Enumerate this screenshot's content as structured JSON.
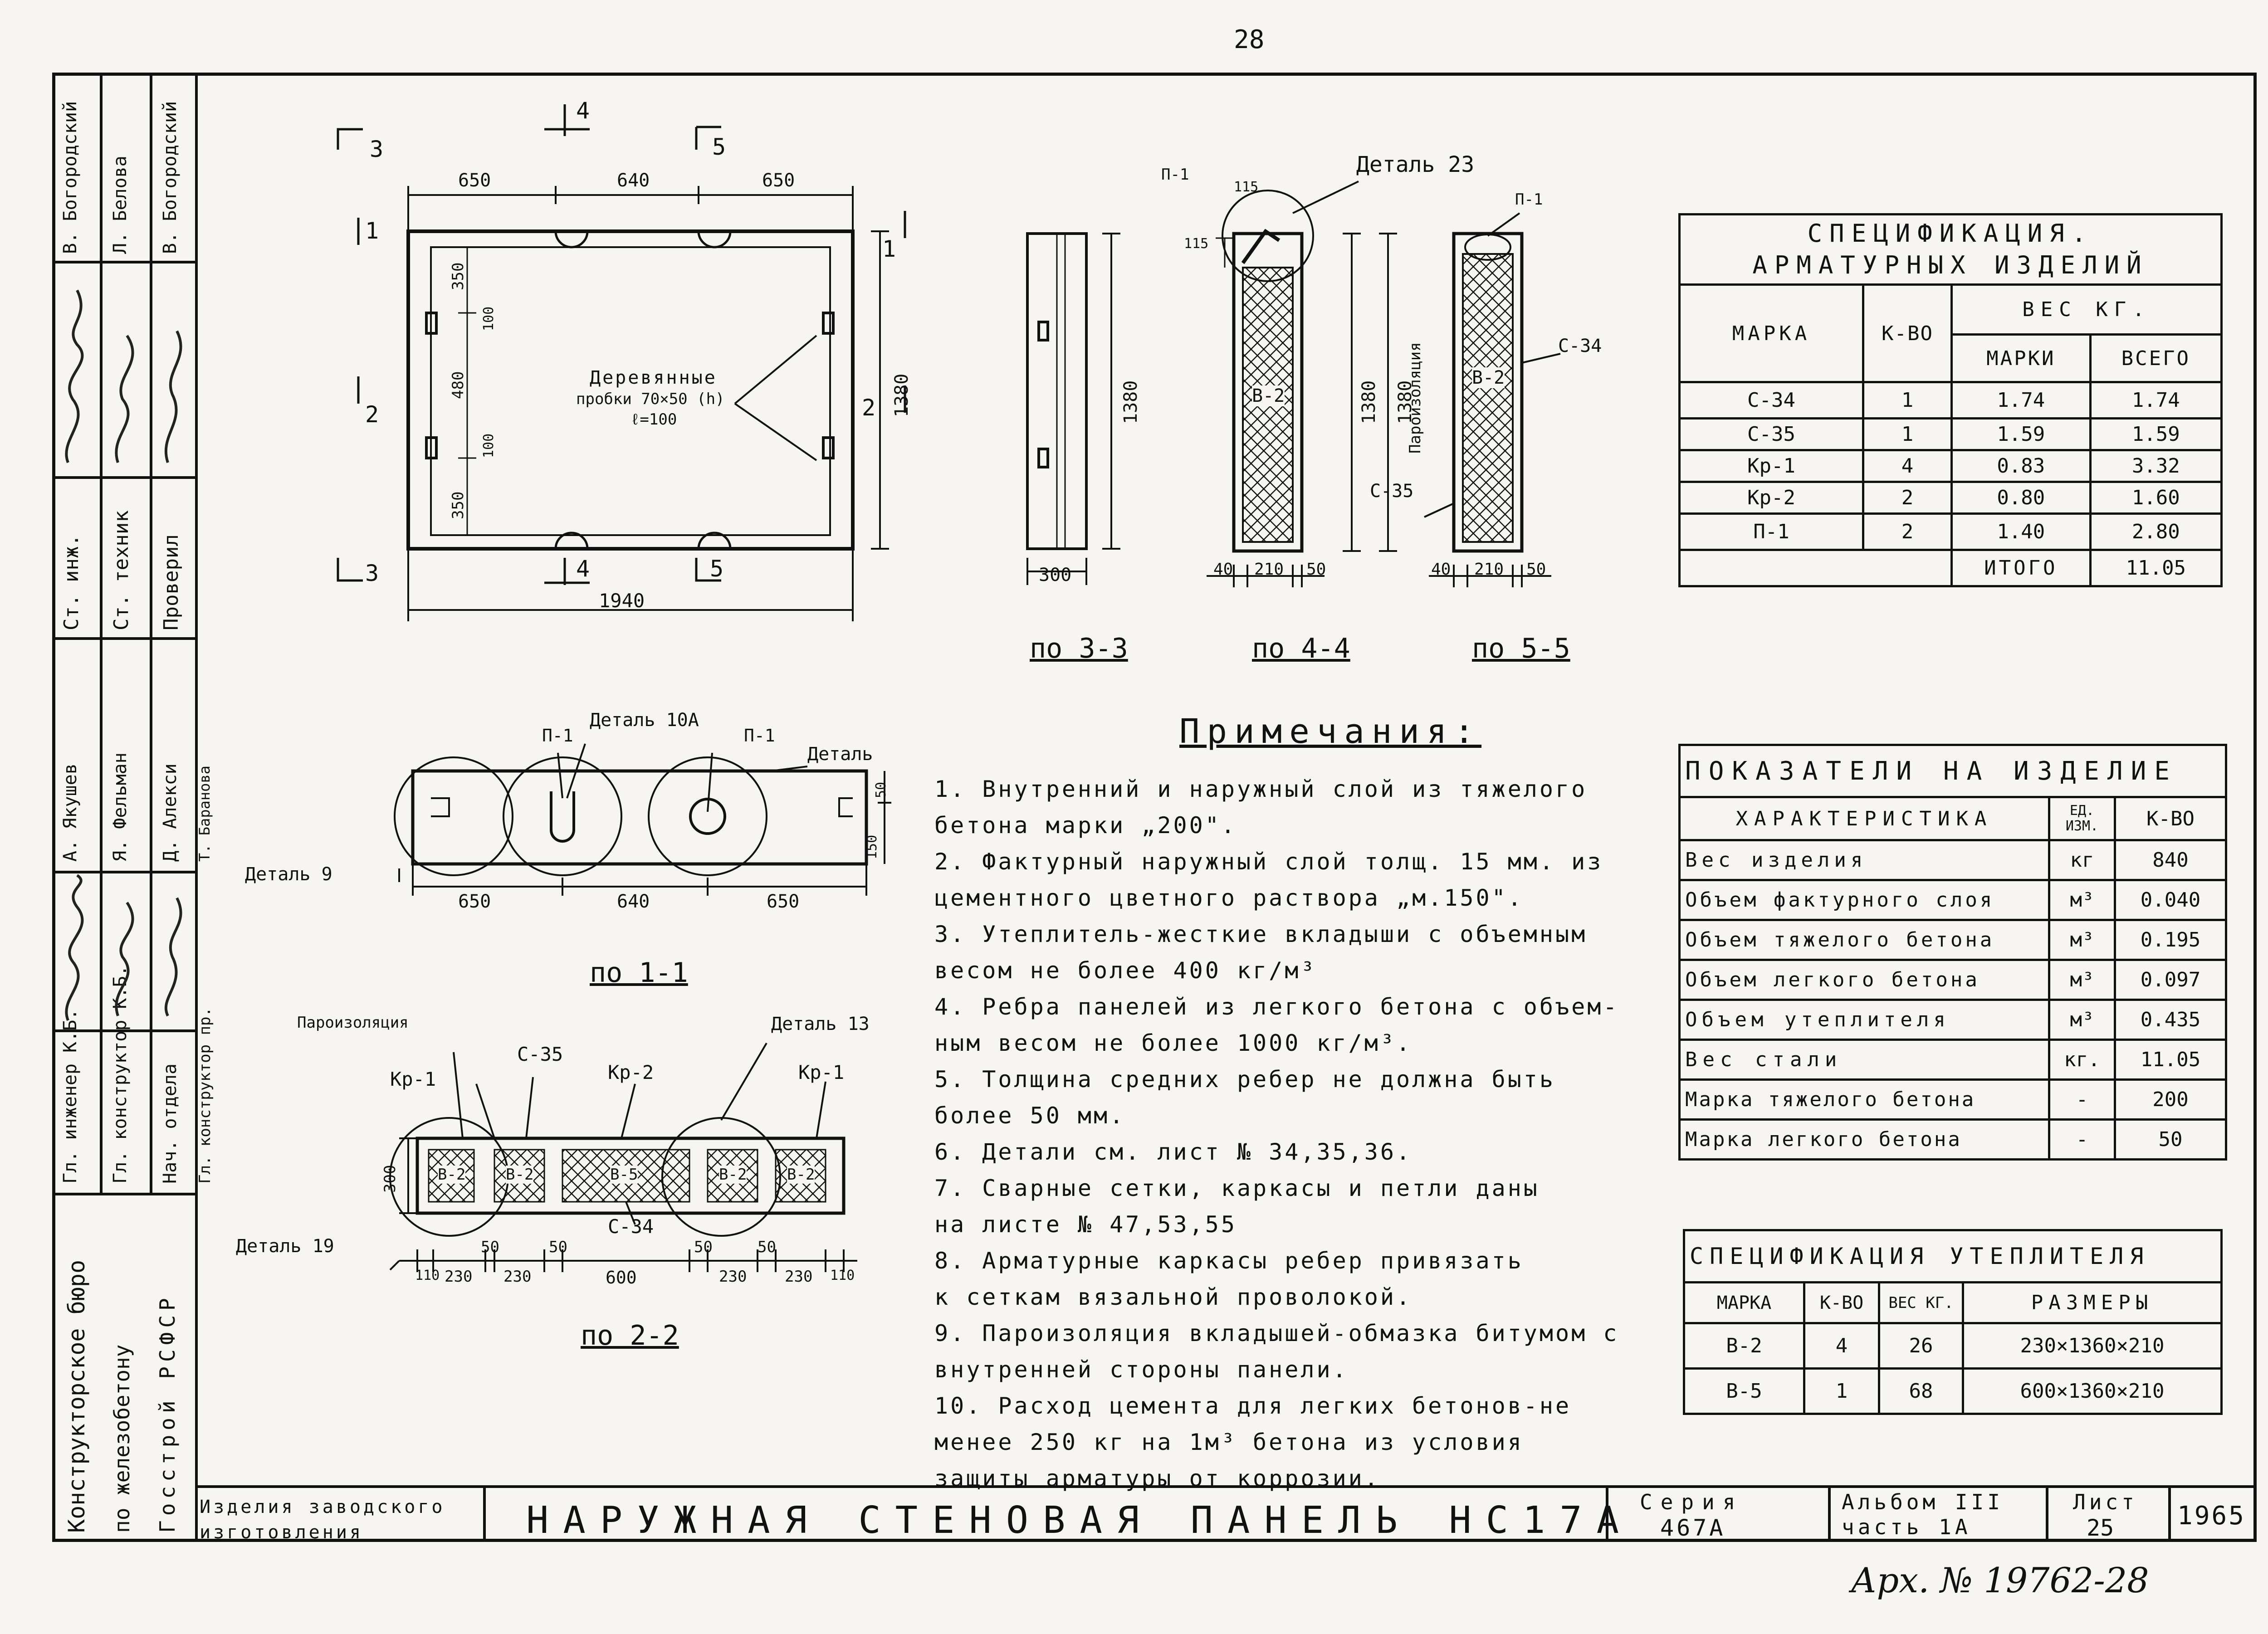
{
  "sheet": {
    "page_number": "28",
    "archive_number": "Арх. № 19762-28"
  },
  "title_block": {
    "org_line1": "Конструкторское бюро",
    "org_line2": "по железобетону",
    "org_line3": "Госстрой РСФСР",
    "category": "Изделия заводского изготовления",
    "title": "НАРУЖНАЯ СТЕНОВАЯ ПАНЕЛЬ НС17А",
    "series_label": "Серия",
    "series_value": "467А",
    "album_label": "Альбом III",
    "part_label": "часть 1А",
    "sheet_label": "Лист",
    "sheet_value": "25",
    "year": "1965"
  },
  "signatures": [
    {
      "role": "Гл. инженер К.Б.",
      "name": "А. Якушев"
    },
    {
      "role": "Гл. конструктор К.Б.",
      "name": "Я. Фельман"
    },
    {
      "role": "Нач. отдела",
      "name": "Д. Алекси"
    },
    {
      "role": "Гл. конструктор пр.",
      "name": "Т. Баранова"
    },
    {
      "role": "Ст. инж.",
      "name": "В. Богородский"
    },
    {
      "role": "Ст. техник",
      "name": "Л. Белова"
    },
    {
      "role": "Проверил",
      "name": "В. Богородский"
    }
  ],
  "views": {
    "main": {
      "dims_top": [
        "650",
        "640",
        "650"
      ],
      "dim_bottom": "1940",
      "dim_right": "1380",
      "dims_left": [
        "350",
        "480",
        "350"
      ],
      "dims_left_small": [
        "100",
        "100"
      ],
      "cut_labels": [
        "3",
        "4",
        "5",
        "1",
        "2",
        "1",
        "2",
        "3",
        "4",
        "5"
      ],
      "plugs_label_1": "Деревянные",
      "plugs_label_2": "пробки 70×50 (h)",
      "plugs_label_3": "ℓ=100"
    },
    "s33": {
      "label": "по 3-3",
      "dim_w": "300",
      "dim_h": "1380"
    },
    "s44": {
      "label": "по 4-4",
      "detail": "Деталь 23",
      "p1": "П-1",
      "d1": "115",
      "d2": "115",
      "fill": "В-2",
      "dims": [
        "40",
        "210",
        "50"
      ],
      "dim_h": "1380"
    },
    "s55": {
      "label": "по 5-5",
      "p1": "П-1",
      "c34": "С-34",
      "c35": "С-35",
      "vapor": "Пароизоляция",
      "fill": "В-2",
      "dims": [
        "40",
        "210",
        "50"
      ],
      "dim_h": "1380"
    },
    "s11": {
      "label": "по 1-1",
      "p1a": "П-1",
      "p1b": "П-1",
      "detail10a": "Деталь 10А",
      "detail": "Деталь",
      "detail9": "Деталь 9",
      "dims": [
        "650",
        "640",
        "650"
      ],
      "dim_r1": "50",
      "dim_r2": "150"
    },
    "s22": {
      "label": "по 2-2",
      "vapor": "Пароизоляция",
      "c35": "С-35",
      "kr2": "Кр-2",
      "kr1a": "Кр-1",
      "kr1b": "Кр-1",
      "detail13": "Деталь 13",
      "detail19": "Деталь 19",
      "c34": "С-34",
      "dim_left": "300",
      "cells": [
        "В-2",
        "В-2",
        "В-5",
        "В-2",
        "В-2"
      ],
      "dims": [
        "110",
        "230",
        "50",
        "230",
        "50",
        "600",
        "50",
        "230",
        "50",
        "230",
        "110"
      ]
    }
  },
  "spec_reinforcement": {
    "title_1": "СПЕЦИФИКАЦИЯ.",
    "title_2": "АРМАТУРНЫХ ИЗДЕЛИЙ",
    "col_mark": "МАРКА",
    "col_qty": "К-ВО",
    "col_weight": "ВЕС КГ.",
    "col_weight_unit": "МАРКИ",
    "col_weight_total": "ВСЕГО",
    "rows": [
      [
        "С-34",
        "1",
        "1.74",
        "1.74"
      ],
      [
        "С-35",
        "1",
        "1.59",
        "1.59"
      ],
      [
        "Кр-1",
        "4",
        "0.83",
        "3.32"
      ],
      [
        "Кр-2",
        "2",
        "0.80",
        "1.60"
      ],
      [
        "П-1",
        "2",
        "1.40",
        "2.80"
      ]
    ],
    "total_label": "ИТОГО",
    "total_value": "11.05"
  },
  "indicators": {
    "title": "ПОКАЗАТЕЛИ НА ИЗДЕЛИЕ",
    "col_char": "ХАРАКТЕРИСТИКА",
    "col_unit": "ЕД. ИЗМ.",
    "col_qty": "К-ВО",
    "rows": [
      [
        "Вес изделия",
        "кг",
        "840"
      ],
      [
        "Объем фактурного слоя",
        "м³",
        "0.040"
      ],
      [
        "Объем тяжелого бетона",
        "м³",
        "0.195"
      ],
      [
        "Объем легкого бетона",
        "м³",
        "0.097"
      ],
      [
        "Объем утеплителя",
        "м³",
        "0.435"
      ],
      [
        "Вес стали",
        "кг.",
        "11.05"
      ],
      [
        "Марка тяжелого бетона",
        "-",
        "200"
      ],
      [
        "Марка легкого бетона",
        "-",
        "50"
      ]
    ]
  },
  "spec_insulation": {
    "title": "СПЕЦИФИКАЦИЯ УТЕПЛИТЕЛЯ",
    "col_mark": "МАРКА",
    "col_qty": "К-ВО",
    "col_weight": "ВЕС КГ.",
    "col_size": "РАЗМЕРЫ",
    "rows": [
      [
        "В-2",
        "4",
        "26",
        "230×1360×210"
      ],
      [
        "В-5",
        "1",
        "68",
        "600×1360×210"
      ]
    ]
  },
  "notes": {
    "title": "Примечания:",
    "lines": [
      "1. Внутренний и наружный слой из тяжелого",
      "   бетона марки „200\".",
      "2. Фактурный наружный слой толщ. 15 мм. из",
      "   цементного цветного раствора „м.150\".",
      "3. Утеплитель-жесткие вкладыши с объемным",
      "   весом не более 400 кг/м³",
      "4. Ребра панелей из легкого бетона с объем-",
      "   ным весом не более 1000 кг/м³.",
      "5. Толщина средних ребер не должна быть",
      "   более 50 мм.",
      "6. Детали см. лист № 34,35,36.",
      "7. Сварные сетки, каркасы и петли даны",
      "   на листе № 47,53,55",
      "8. Арматурные каркасы ребер привязать",
      "   к сеткам вязальной проволокой.",
      "9. Пароизоляция вкладышей-обмазка битумом с",
      "   внутренней стороны панели.",
      "10. Расход цемента для легких бетонов-не",
      "   менее 250 кг на 1м³ бетона из условия",
      "   защиты арматуры от коррозии."
    ]
  }
}
